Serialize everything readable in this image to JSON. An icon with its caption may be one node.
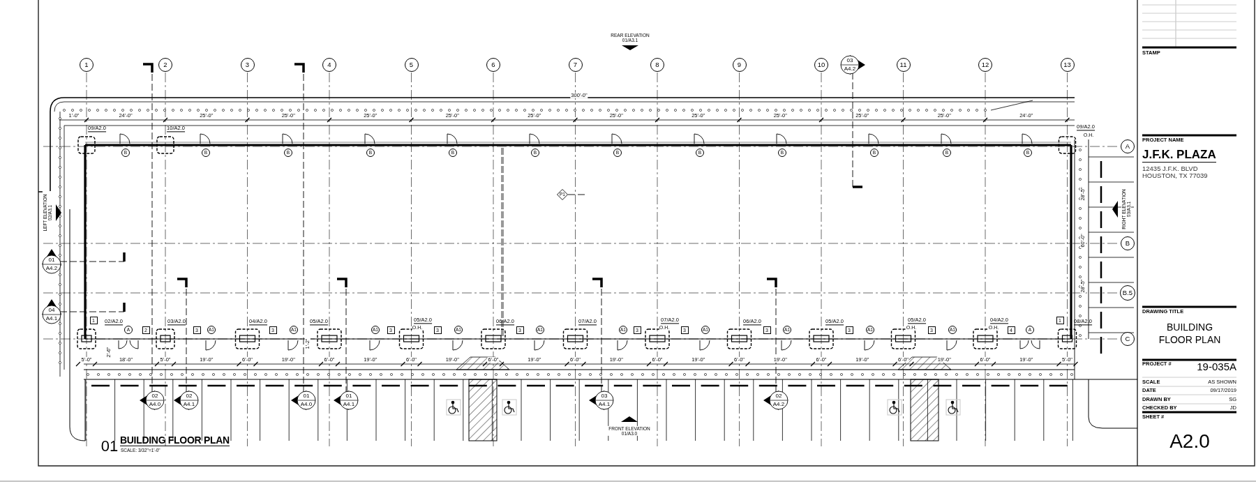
{
  "diagram": {
    "nodes": [
      {
        "text": [
          "1"
        ]
      },
      {
        "text": [
          "2"
        ]
      },
      {
        "text": [
          "3"
        ]
      },
      {
        "text": [
          "4"
        ]
      },
      {
        "text": [
          "5"
        ]
      },
      {
        "text": [
          "6"
        ]
      },
      {
        "text": [
          "7"
        ]
      },
      {
        "text": [
          "8"
        ]
      },
      {
        "text": [
          "9"
        ]
      },
      {
        "text": [
          "10"
        ]
      },
      {
        "text": [
          "11"
        ]
      },
      {
        "text": [
          "12"
        ]
      },
      {
        "text": [
          "13"
        ]
      },
      {
        "text": [
          "03",
          "A4.2"
        ]
      },
      {
        "text": [
          "B"
        ]
      },
      {
        "text": [
          "B"
        ]
      },
      {
        "text": [
          "B"
        ]
      },
      {
        "text": [
          "B"
        ]
      },
      {
        "text": [
          "B"
        ]
      },
      {
        "text": [
          "B"
        ]
      },
      {
        "text": [
          "B"
        ]
      },
      {
        "text": [
          "B"
        ]
      },
      {
        "text": [
          "B"
        ]
      },
      {
        "text": [
          "B"
        ]
      },
      {
        "text": [
          "B"
        ]
      },
      {
        "text": [
          "B"
        ]
      },
      {
        "text": [
          "A"
        ]
      },
      {
        "text": [
          "B"
        ]
      },
      {
        "text": [
          "B.5"
        ]
      },
      {
        "text": [
          "C"
        ]
      },
      {
        "text": [
          "P1"
        ]
      },
      {
        "text": [
          "01",
          "A4.2"
        ]
      },
      {
        "text": [
          "04",
          "A4.1"
        ]
      },
      {
        "text": [
          "1"
        ]
      },
      {
        "text": [
          "A"
        ]
      },
      {
        "text": [
          "2"
        ]
      },
      {
        "text": [
          "3"
        ]
      },
      {
        "text": [
          "A1"
        ]
      },
      {
        "text": [
          "3"
        ]
      },
      {
        "text": [
          "A1"
        ]
      },
      {
        "text": [
          "A1"
        ]
      },
      {
        "text": [
          "3"
        ]
      },
      {
        "text": [
          "3"
        ]
      },
      {
        "text": [
          "A1"
        ]
      },
      {
        "text": [
          "3"
        ]
      },
      {
        "text": [
          "A1"
        ]
      },
      {
        "text": [
          "A1"
        ]
      },
      {
        "text": [
          "3"
        ]
      },
      {
        "text": [
          "3"
        ]
      },
      {
        "text": [
          "A1"
        ]
      },
      {
        "text": [
          "3"
        ]
      },
      {
        "text": [
          "A1"
        ]
      },
      {
        "text": [
          "3"
        ]
      },
      {
        "text": [
          "A1"
        ]
      },
      {
        "text": [
          "3"
        ]
      },
      {
        "text": [
          "A1"
        ]
      },
      {
        "text": [
          "4"
        ]
      },
      {
        "text": [
          "A"
        ]
      },
      {
        "text": [
          "1"
        ]
      },
      {
        "text": [
          "02",
          "A4.0"
        ]
      },
      {
        "text": [
          "02",
          "A4.1"
        ]
      },
      {
        "text": [
          "01",
          "A4.0"
        ]
      },
      {
        "text": [
          "01",
          "A4.1"
        ]
      },
      {
        "text": [
          "03",
          "A4.1"
        ]
      },
      {
        "text": [
          "02",
          "A4.2"
        ]
      }
    ],
    "labels": [
      "REAR ELEVATION 01/A3.1",
      "300'-0\"",
      "1'-0\"",
      "24'-0\"",
      "25'-0\"",
      "25'-0\"",
      "25'-0\"",
      "25'-0\"",
      "25'-0\"",
      "25'-0\"",
      "25'-0\"",
      "25'-0\"",
      "25'-0\"",
      "25'-0\"",
      "24'-0\"",
      "09/A2.0",
      "10/A2.0",
      "09/A2.0",
      "O.H.",
      "LEFT ELEVATION 02/A3.1",
      "RIGHT ELEVATION 03/A3.1",
      "28'-5\"",
      "60'-0\"",
      "28'-5\"",
      "02/A2.0",
      "03/A2.0",
      "04/A2.0",
      "05/A2.0",
      "05/A2.0",
      "O.H.",
      "06/A2.0",
      "07/A2.0",
      "07/A2.0",
      "O.H.",
      "06/A2.0",
      "05/A2.0",
      "05/A2.0",
      "O.H.",
      "04/A2.0",
      "O.H.",
      "08/A2.0",
      "2'-6\"",
      "1'-2\"",
      "5'-0\"",
      "18'-0\"",
      "5'-0\"",
      "19'-0\"",
      "6'-0\"",
      "19'-0\"",
      "6'-0\"",
      "19'-0\"",
      "6'-0\"",
      "19'-0\"",
      "6'-0\"",
      "19'-0\"",
      "6'-0\"",
      "19'-0\"",
      "6'-0\"",
      "19'-0\"",
      "6'-0\"",
      "19'-0\"",
      "6'-0\"",
      "19'-0\"",
      "6'-0\"",
      "19'-0\"",
      "6'-0\"",
      "19'-0\"",
      "5'-0\"",
      "01",
      "BUILDING FLOOR PLAN",
      "SCALE: 3/32\"=1'-0\"",
      "FRONT ELEVATION 01/A3.0",
      "STAMP",
      "PROJECT NAME",
      "J.F.K. PLAZA",
      "12435 J.F.K. BLVD HOUSTON, TX 77039",
      "DRAWING TITLE",
      "BUILDING FLOOR PLAN",
      "PROJECT #",
      "19-035A",
      "SCALE",
      "AS SHOWN",
      "DATE",
      "09/17/2019",
      "DRAWN BY",
      "SG",
      "CHECKED BY",
      "JD",
      "SHEET #",
      "A2.0"
    ]
  }
}
